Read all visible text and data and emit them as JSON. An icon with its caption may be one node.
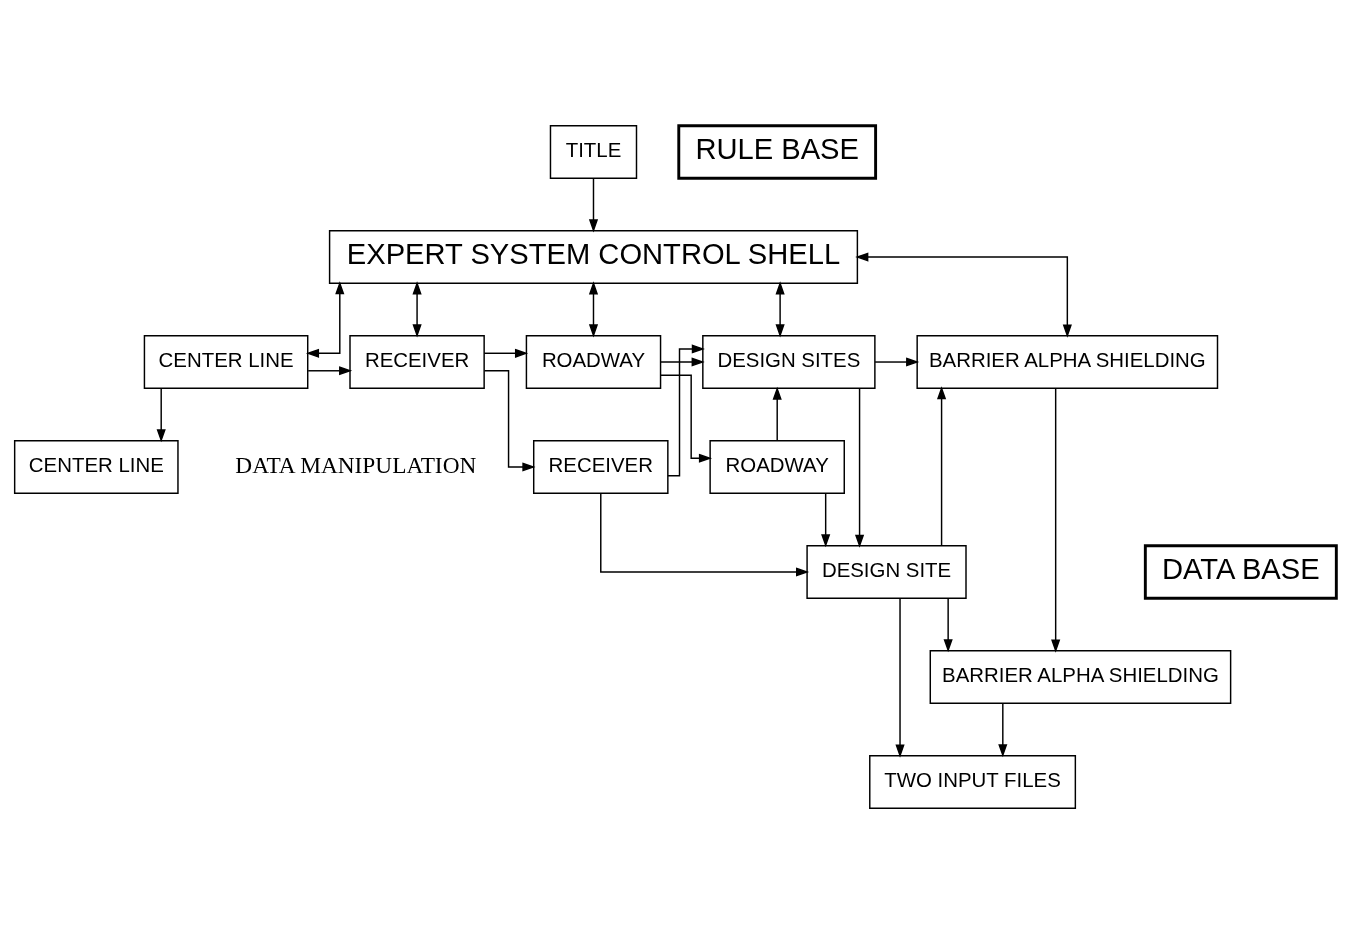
{
  "diagram": {
    "nodes": [
      {
        "text": [
          "TITLE"
        ]
      },
      {
        "text": [
          "EXPERT SYSTEM CONTROL SHELL"
        ]
      },
      {
        "text": [
          "CENTER LINE"
        ]
      },
      {
        "text": [
          "RECEIVER"
        ]
      },
      {
        "text": [
          "ROADWAY"
        ]
      },
      {
        "text": [
          "DESIGN SITES"
        ]
      },
      {
        "text": [
          "BARRIER ALPHA SHIELDING"
        ]
      },
      {
        "text": [
          "CENTER LINE"
        ]
      },
      {
        "text": [
          "RECEIVER"
        ]
      },
      {
        "text": [
          "ROADWAY"
        ]
      },
      {
        "text": [
          "DESIGN SITE"
        ]
      },
      {
        "text": [
          "BARRIER ALPHA SHIELDING"
        ]
      },
      {
        "text": [
          "TWO INPUT FILES"
        ]
      },
      {
        "text": [
          "RULE BASE"
        ]
      },
      {
        "text": [
          "DATA BASE"
        ]
      }
    ],
    "edges": [
      {
        "from": 0,
        "to": 1,
        "arrow": "to"
      },
      {
        "from": 1,
        "to": 2,
        "arrow": "both"
      },
      {
        "from": 1,
        "to": 3,
        "arrow": "both"
      },
      {
        "from": 1,
        "to": 4,
        "arrow": "both"
      },
      {
        "from": 1,
        "to": 5,
        "arrow": "both"
      },
      {
        "from": 1,
        "to": 6,
        "arrow": "both"
      },
      {
        "from": 2,
        "to": 3,
        "arrow": "to"
      },
      {
        "from": 3,
        "to": 4,
        "arrow": "to"
      },
      {
        "from": 4,
        "to": 5,
        "arrow": "to"
      },
      {
        "from": 5,
        "to": 6,
        "arrow": "to"
      },
      {
        "from": 2,
        "to": 7,
        "arrow": "to"
      },
      {
        "from": 3,
        "to": 8,
        "arrow": "to"
      },
      {
        "from": 4,
        "to": 9,
        "arrow": "to"
      },
      {
        "from": 8,
        "to": 10,
        "arrow": "to"
      },
      {
        "from": 9,
        "to": 10,
        "arrow": "to"
      },
      {
        "from": 8,
        "to": 5,
        "arrow": "to"
      },
      {
        "from": 9,
        "to": 5,
        "arrow": "to"
      },
      {
        "from": 5,
        "to": 10,
        "arrow": "to"
      },
      {
        "from": 6,
        "to": 11,
        "arrow": "to"
      },
      {
        "from": 10,
        "to": 11,
        "arrow": "to"
      },
      {
        "from": 10,
        "to": 6,
        "arrow": "to"
      },
      {
        "from": 10,
        "to": 12,
        "arrow": "to"
      },
      {
        "from": 11,
        "to": 12,
        "arrow": "to"
      }
    ],
    "labels": [
      "DATA MANIPULATION"
    ]
  }
}
